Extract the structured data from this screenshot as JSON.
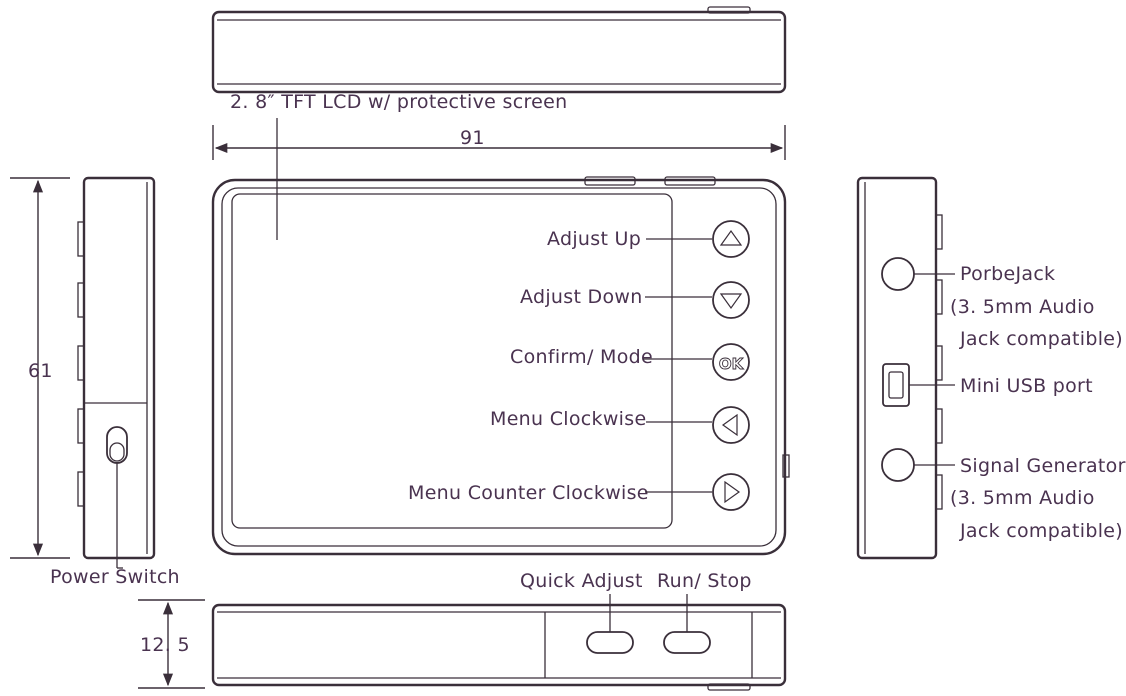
{
  "labels": {
    "lcd": "2. 8″ TFT LCD w/ protective screen",
    "adjust_up": "Adjust Up",
    "adjust_down": "Adjust Down",
    "confirm_mode": "Confirm/ Mode",
    "menu_cw": "Menu Clockwise",
    "menu_ccw": "Menu Counter Clockwise",
    "power_switch": "Power Switch",
    "quick_adjust": "Quick Adjust",
    "run_stop": "Run/ Stop",
    "probe_jack": "PorbeJack",
    "probe_jack_note1": "(3. 5mm Audio",
    "probe_jack_note2": "Jack compatible)",
    "mini_usb": "Mini USB port",
    "signal_gen": "Signal Generator",
    "signal_gen_note1": "(3. 5mm Audio",
    "signal_gen_note2": "Jack compatible)",
    "ok_glyph": "OK"
  },
  "dimensions": {
    "width": "91",
    "height": "61",
    "depth": "12. 5"
  },
  "icons": {
    "up": "triangle-up-icon",
    "down": "triangle-down-icon",
    "ok": "ok-icon",
    "left": "triangle-left-icon",
    "right": "triangle-right-icon"
  }
}
